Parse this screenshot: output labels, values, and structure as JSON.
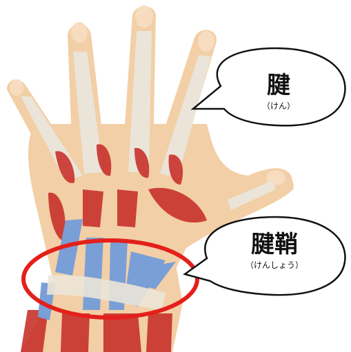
{
  "callouts": {
    "tendon": {
      "kanji": "腱",
      "reading": "（けん）"
    },
    "sheath": {
      "kanji": "腱鞘",
      "reading": "（けんしょう）"
    }
  },
  "colors": {
    "skin": "#f2cfa6",
    "skin_shadow": "#e2b487",
    "tendon": "#ebe4d8",
    "muscle": "#c8322c",
    "sheath": "#7a9fd6",
    "highlight_ring": "#e3201b",
    "bubble_stroke": "#111111"
  }
}
